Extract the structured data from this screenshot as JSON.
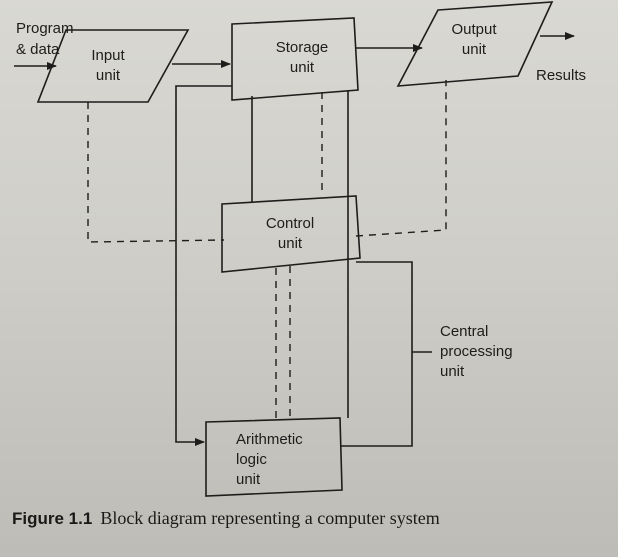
{
  "diagram": {
    "input_label": "Program\n& data",
    "output_label": "Results",
    "units": {
      "input": "Input\nunit",
      "storage": "Storage\nunit",
      "output": "Output\nunit",
      "control": "Control\nunit",
      "cpu": "Central\nprocessing\nunit",
      "alu": "Arithmetic\nlogic\nunit"
    }
  },
  "caption": {
    "label": "Figure 1.1",
    "text": "Block diagram representing a computer system"
  },
  "colors": {
    "ink": "#1e1d1b",
    "paper": "#d6d5cf"
  }
}
